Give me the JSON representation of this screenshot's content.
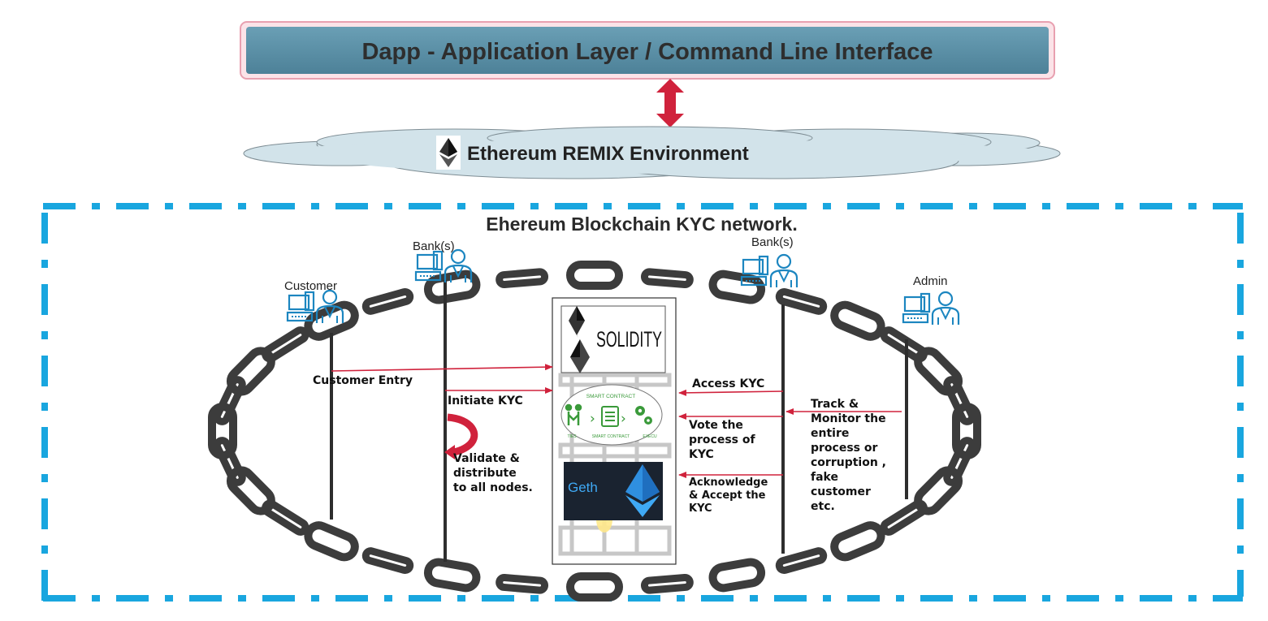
{
  "header": {
    "title": "Dapp - Application Layer / Command Line Interface",
    "environment": "Ethereum REMIX Environment"
  },
  "network": {
    "title": "Ehereum Blockchain KYC network."
  },
  "roles": {
    "customer": "Customer",
    "bank_left": "Bank(s)",
    "bank_right": "Bank(s)",
    "admin": "Admin"
  },
  "stack": {
    "solidity": "SOLIDITY",
    "smart_contract_caption": "SMART CONTRACT",
    "smart_contract_sub": [
      "TIES",
      "SMART CONTRACT",
      "EXECU"
    ],
    "geth": "Geth"
  },
  "annotations": {
    "customer_entry": "Customer Entry",
    "initiate_kyc": "Initiate KYC",
    "validate": [
      "Validate &",
      "distribute",
      "to all nodes."
    ],
    "access_kyc": "Access KYC",
    "vote": [
      "Vote the",
      "process of",
      "KYC"
    ],
    "acknowledge": [
      "Acknowledge",
      "& Accept the",
      "KYC"
    ],
    "track": [
      "Track &",
      "Monitor the",
      "entire",
      "process or",
      "corruption ,",
      "fake",
      "customer",
      "etc."
    ]
  },
  "colors": {
    "header_fill": "#5a8fa5",
    "header_border": "#e8a0b0",
    "cloud_fill": "#d2e3ea",
    "dash_border": "#19a6df",
    "arrow_red": "#d0223c",
    "chain": "#3c3c3c",
    "icon_blue": "#1c86c0"
  }
}
